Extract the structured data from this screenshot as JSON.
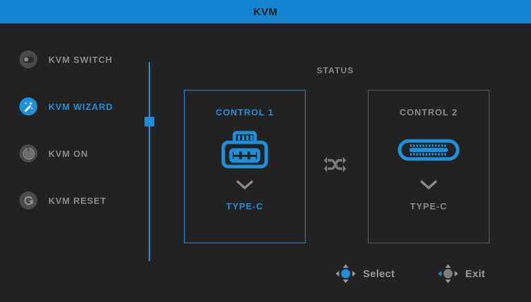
{
  "window": {
    "title": "KVM"
  },
  "colors": {
    "accent": "#1e8fdb",
    "titlebar": "#1683ce",
    "background": "#222222",
    "muted_text": "#8a8a8a",
    "border": "#5d5d5d"
  },
  "sidebar": {
    "items": [
      {
        "label": "KVM SWITCH",
        "icon": "toggle-switch-icon",
        "active": false
      },
      {
        "label": "KVM WIZARD",
        "icon": "magic-wand-icon",
        "active": true
      },
      {
        "label": "KVM ON",
        "icon": "dial-knob-icon",
        "active": false
      },
      {
        "label": "KVM RESET",
        "icon": "reset-arrow-icon",
        "active": false
      }
    ]
  },
  "main": {
    "status_label": "STATUS",
    "swap_icon": "shuffle-swap-icon",
    "panels": [
      {
        "title": "CONTROL 1",
        "icon": "usb-type-b-icon",
        "arrow": "chevron-down-icon",
        "value": "TYPE-C",
        "selected": true
      },
      {
        "title": "CONTROL 2",
        "icon": "usb-type-c-icon",
        "arrow": "chevron-down-icon",
        "value": "TYPE-C",
        "selected": false
      }
    ]
  },
  "footer": {
    "hints": [
      {
        "label": "Select",
        "icon": "joystick-press-icon"
      },
      {
        "label": "Exit",
        "icon": "joystick-left-icon"
      }
    ]
  }
}
